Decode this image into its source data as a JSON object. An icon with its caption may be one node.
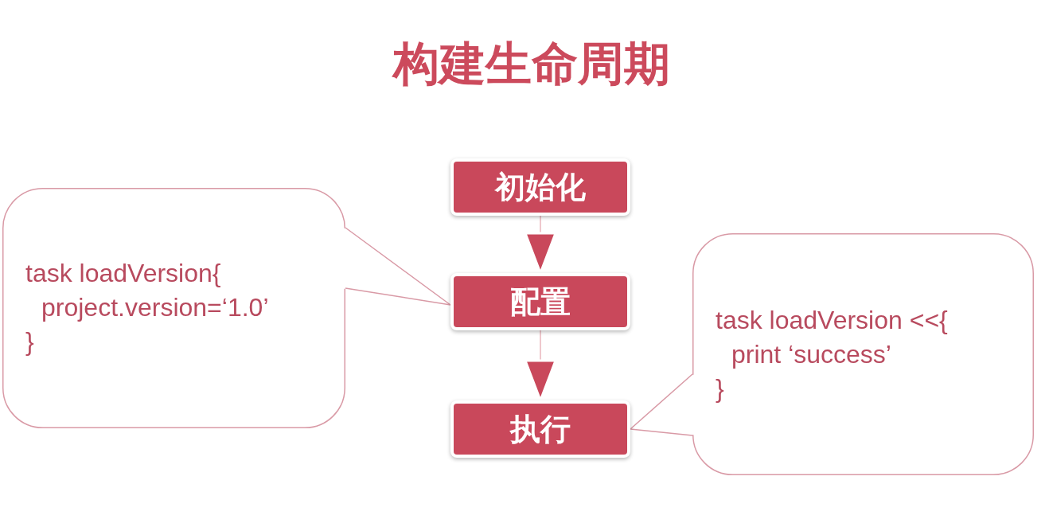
{
  "diagram": {
    "title": "构建生命周期",
    "nodes": [
      {
        "text": [
          "初始化"
        ]
      },
      {
        "text": [
          "配置"
        ]
      },
      {
        "text": [
          "执行"
        ]
      },
      {
        "text": [
          "task loadVersion{",
          "project.version=‘1.0’",
          "}"
        ]
      },
      {
        "text": [
          "task loadVersion <<{",
          "print ‘success’",
          "}"
        ]
      }
    ],
    "edges": [
      {
        "from": 0,
        "to": 1,
        "arrow": "to"
      },
      {
        "from": 1,
        "to": 2,
        "arrow": "to"
      },
      {
        "from": 3,
        "to": 1,
        "arrow": "none",
        "color": "#d99aa6"
      },
      {
        "from": 4,
        "to": 2,
        "arrow": "none",
        "color": "#d99aa6"
      }
    ]
  }
}
